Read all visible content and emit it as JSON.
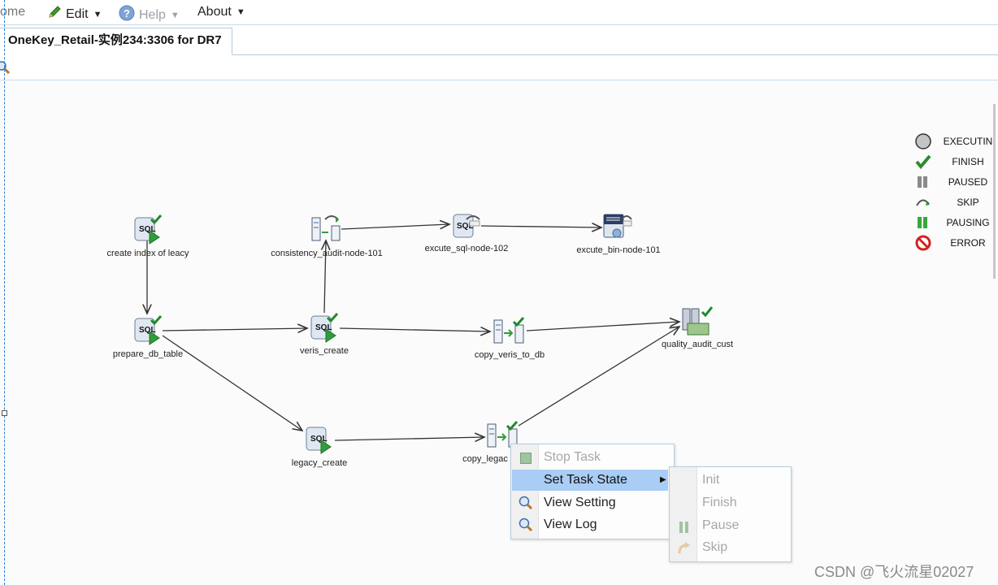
{
  "menubar": {
    "home_label": "ome",
    "edit_label": "Edit",
    "help_label": "Help",
    "about_label": "About"
  },
  "tab": {
    "title": "OneKey_Retail-实例234:3306 for DR7"
  },
  "nodes": {
    "create_index": "create index of leacy",
    "consistency": "consistency_audit-node-101",
    "excute_sql": "excute_sql-node-102",
    "excute_bin": "excute_bin-node-101",
    "prepare_db": "prepare_db_table",
    "veris_create": "veris_create",
    "copy_veris": "copy_veris_to_db",
    "quality_audit": "quality_audit_cust",
    "legacy_create": "legacy_create",
    "copy_legacy": "copy_legac"
  },
  "legend": {
    "executing": "EXECUTIN",
    "finish": "FINISH",
    "paused": "PAUSED",
    "skip": "SKIP",
    "pausing": "PAUSING",
    "error": "ERROR"
  },
  "context_menu": {
    "stop_task": "Stop Task",
    "set_task_state": "Set Task State",
    "view_setting": "View Setting",
    "view_log": "View Log"
  },
  "submenu": {
    "init": "Init",
    "finish": "Finish",
    "pause": "Pause",
    "skip": "Skip"
  },
  "watermark": "CSDN @飞火流星02027",
  "colors": {
    "accent": "#a9cdf5",
    "border": "#b7cfe0",
    "link": "#2a7fd4"
  }
}
